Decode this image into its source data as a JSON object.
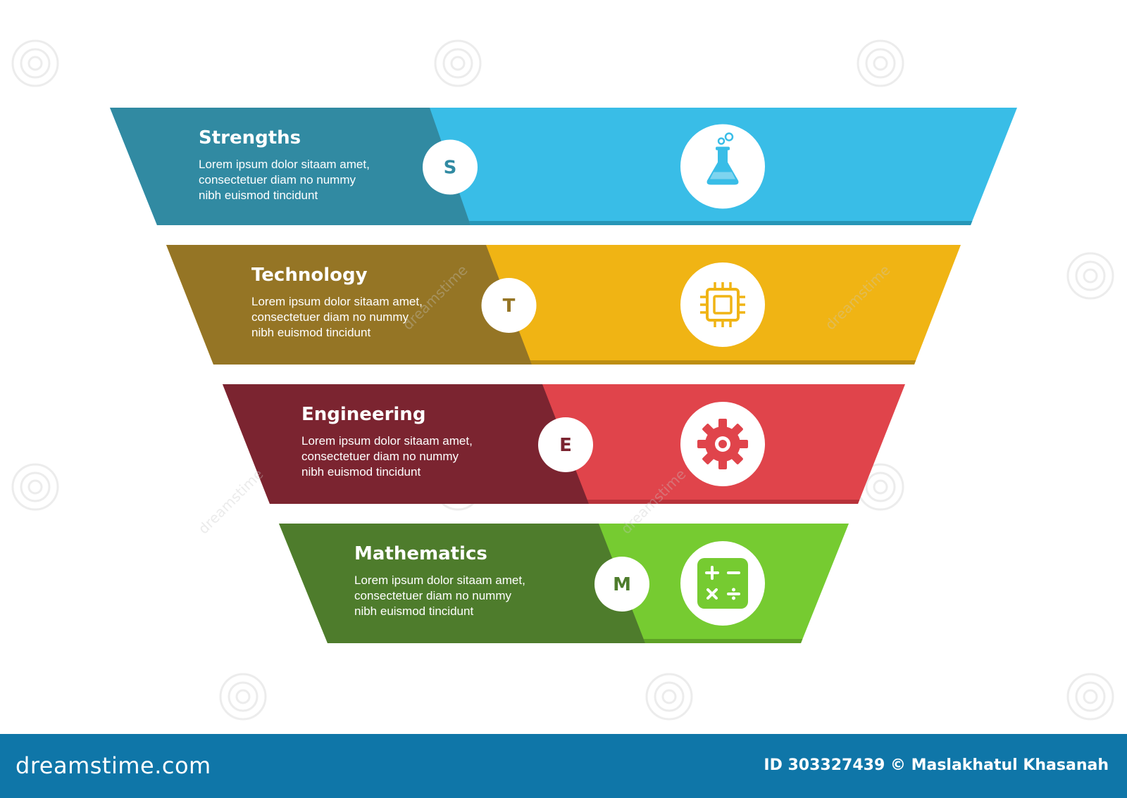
{
  "rows": [
    {
      "title": "Strengths",
      "description": [
        "Lorem ipsum dolor sitaam amet,",
        "consectetuer diam no nummy",
        "nibh euismod tincidunt"
      ],
      "letter": "S",
      "icon": "flask-icon",
      "dark_color": "#318aa2",
      "light_color": "#39bde7",
      "shadow_color": "#2796b7"
    },
    {
      "title": "Technology",
      "description": [
        "Lorem ipsum dolor sitaam amet,",
        "consectetuer diam no nummy",
        "nibh euismod tincidunt"
      ],
      "letter": "T",
      "icon": "cpu-chip-icon",
      "dark_color": "#957525",
      "light_color": "#f0b414",
      "shadow_color": "#bd8e12"
    },
    {
      "title": "Engineering",
      "description": [
        "Lorem ipsum dolor sitaam amet,",
        "consectetuer diam no nummy",
        "nibh euismod tincidunt"
      ],
      "letter": "E",
      "icon": "gear-icon",
      "dark_color": "#7b2430",
      "light_color": "#e0444b",
      "shadow_color": "#b8323a"
    },
    {
      "title": "Mathematics",
      "description": [
        "Lorem ipsum dolor sitaam amet,",
        "consectetuer diam no nummy",
        "nibh euismod tincidunt"
      ],
      "letter": "M",
      "icon": "calculator-icon",
      "dark_color": "#4e7c2c",
      "light_color": "#76cb31",
      "shadow_color": "#5ea126"
    }
  ],
  "watermark": "dreamstime",
  "footer": {
    "brand": "dreamstime.com",
    "credit": "ID 303327439 © Maslakhatul Khasanah"
  }
}
